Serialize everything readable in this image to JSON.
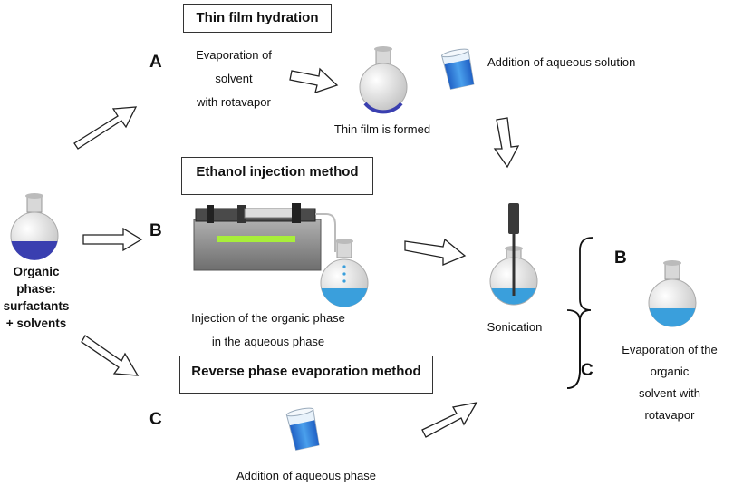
{
  "start": {
    "label_lines": [
      "Organic",
      "phase:",
      "surfactants",
      "+ solvents"
    ]
  },
  "methods": {
    "a": {
      "letter": "A",
      "title": "Thin film hydration",
      "step1_lines": [
        "Evaporation of",
        "solvent",
        "with rotavapor"
      ],
      "film_label": "Thin film is formed",
      "step2_label": "Addition of aqueous solution"
    },
    "b": {
      "letter": "B",
      "title": "Ethanol injection method",
      "step_lines": [
        "Injection of the organic phase",
        "in the aqueous phase"
      ]
    },
    "c": {
      "letter": "C",
      "title": "Reverse phase evaporation method",
      "step_label": "Addition of aqueous phase"
    }
  },
  "sonication": {
    "label": "Sonication"
  },
  "final": {
    "letter_b": "B",
    "letter_c": "C",
    "label_lines": [
      "Evaporation of the",
      "organic",
      "solvent with",
      "rotavapor"
    ]
  },
  "colors": {
    "organic": "#3a3fb0",
    "aqueous": "#3a9fdc",
    "beaker_blue": "#2e7fd8",
    "pump": "#8a8a8a",
    "pump_display": "#a8ee3a"
  }
}
